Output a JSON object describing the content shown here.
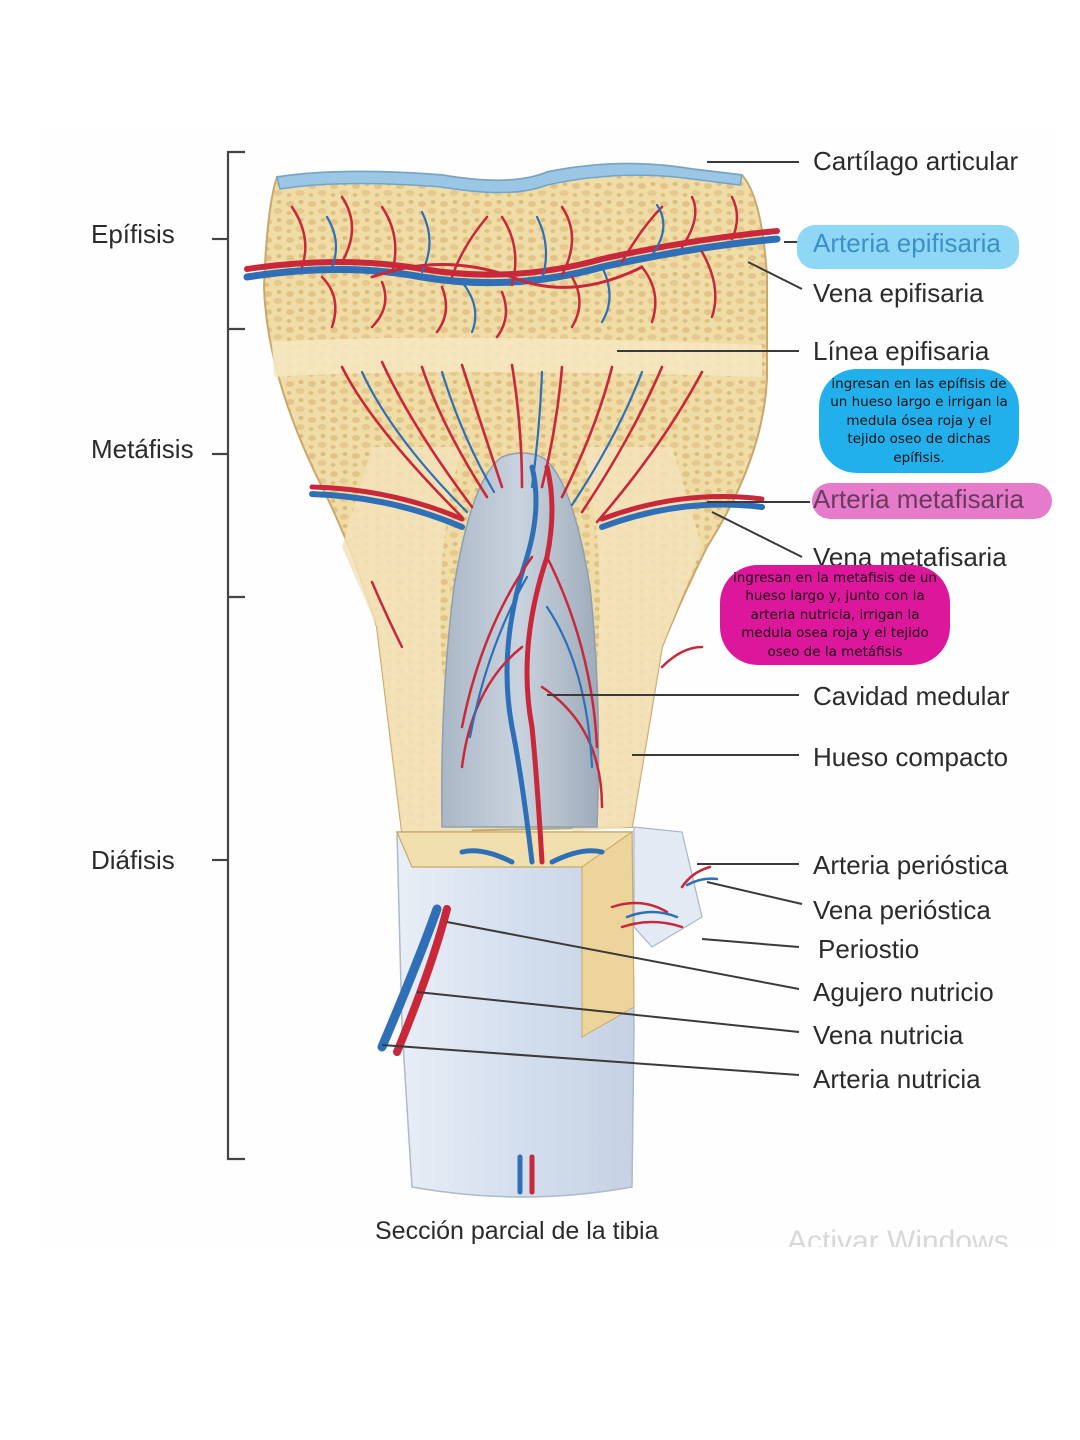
{
  "regions": {
    "epifisis": "Epífisis",
    "metafisis": "Metáfisis",
    "diafisis": "Diáfisis"
  },
  "labels": {
    "cartilago_articular": "Cartílago articular",
    "arteria_epifisaria": "Arteria epifisaria",
    "vena_epifisaria": "Vena epifisaria",
    "linea_epifisaria": "Línea epifisaria",
    "arteria_metafisaria": "Arteria metafisaria",
    "vena_metafisaria": "Vena metafisaria",
    "cavidad_medular": "Cavidad medular",
    "hueso_compacto": "Hueso compacto",
    "arteria_periostica": "Arteria perióstica",
    "vena_periostica": "Vena perióstica",
    "periostio": "Periostio",
    "agujero_nutricio": "Agujero nutricio",
    "vena_nutricia": "Vena nutricia",
    "arteria_nutricia": "Arteria nutricia"
  },
  "notes": {
    "epifisaria": "ingresan en las epífisis de un hueso largo e irrigan la medula ósea roja y el tejido oseo de dichas epífisis.",
    "metafisaria": "ingresan en la metafisis de un hueso largo y, junto con la arteria nutricia, irrigan la medula osea roja y el tejido oseo de la metáfisis"
  },
  "caption": "Sección parcial de la tibia",
  "watermark": "Activar Windows",
  "colors": {
    "artery": "#c8283a",
    "vein": "#2e6fb8",
    "bone": "#f1dfae",
    "cartilage": "#9cc7e4",
    "note_blue": "#22b0ec",
    "note_pink": "#dd179c",
    "highlight_blue": "#8fd8f5",
    "highlight_pink": "#e77bcb"
  }
}
